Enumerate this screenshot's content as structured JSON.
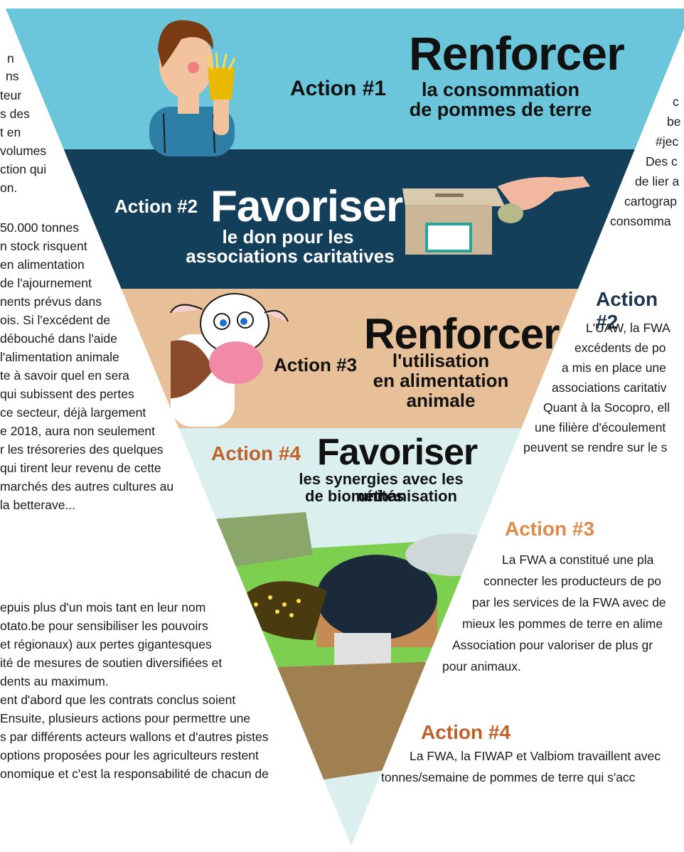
{
  "colors": {
    "band1": "#6bc6dc",
    "band2": "#143f5a",
    "band3": "#e7bf98",
    "band4": "#dcefef",
    "orange": "#e08a4a",
    "navy": "#1d3550",
    "white": "#ffffff",
    "dark": "#1a1a1a"
  },
  "triangle": {
    "action1": {
      "label": "Action #1",
      "title": "Renforcer",
      "sub1": "la consommation",
      "sub2": "de pommes de terre"
    },
    "action2": {
      "label": "Action #2",
      "title": "Favoriser",
      "sub1": "le don pour les",
      "sub2": "associations caritatives"
    },
    "action3": {
      "label": "Action #3",
      "title": "Renforcer",
      "sub1": "l'utilisation",
      "sub2": "en alimentation",
      "sub3": "animale"
    },
    "action4": {
      "label": "Action #4",
      "title": "Favoriser",
      "sub1": "les synergies avec les unités",
      "sub2": "de biométhanisation"
    }
  },
  "left_text": [
    "n",
    "ns",
    "teur",
    "s des",
    "t    en",
    "volumes",
    "ction qui",
    "on.",
    "",
    "50.000 tonnes",
    "n stock risquent",
    "en alimentation",
    "de l'ajournement",
    "nents  prévus  dans",
    "ois. Si l'excédent de",
    "débouché dans l'aide",
    "l'alimentation animale",
    "te à savoir quel en sera",
    "qui subissent des pertes",
    "ce secteur, déjà largement",
    "e 2018, aura non seulement",
    "r les trésoreries des quelques",
    "qui tirent leur revenu de cette",
    "marchés des autres cultures au",
    "la betterave...",
    "",
    "epuis plus d'un mois tant en leur nom",
    "otato.be pour sensibiliser les pouvoirs",
    "et régionaux) aux pertes gigantesques",
    "ité de mesures de soutien diversifiées et",
    "dents au maximum.",
    "ent d'abord que les contrats conclus soient",
    "Ensuite, plusieurs actions pour permettre une",
    "s par différents acteurs wallons et d'autres pistes",
    "options proposées pour les agriculteurs restent",
    "onomique et c'est la responsabilité de chacun de"
  ],
  "right_top": [
    "c",
    "be",
    "#jec",
    "Des c",
    "de lier a",
    "cartograp",
    "consomma"
  ],
  "right_a2": {
    "heading": "Action #2",
    "lines": [
      "L'UAW, la FWA",
      "excédents  de  po",
      "a mis en place une",
      "associations caritativ",
      "Quant à la Socopro, ell",
      "une filière d'écoulement",
      "peuvent se rendre sur le s"
    ]
  },
  "right_a3": {
    "heading": "Action #3",
    "lines": [
      "La  FWA  a  constitué  une  pla",
      "connecter les producteurs de po",
      "par les services de la FWA avec de",
      "mieux les pommes de terre en alime",
      "Association pour valoriser de plus gr",
      "pour animaux."
    ]
  },
  "right_a4": {
    "heading": "Action #4",
    "lines": [
      "La FWA, la FIWAP et Valbiom travaillent avec",
      "tonnes/semaine de pommes de terre qui s'acc"
    ]
  }
}
